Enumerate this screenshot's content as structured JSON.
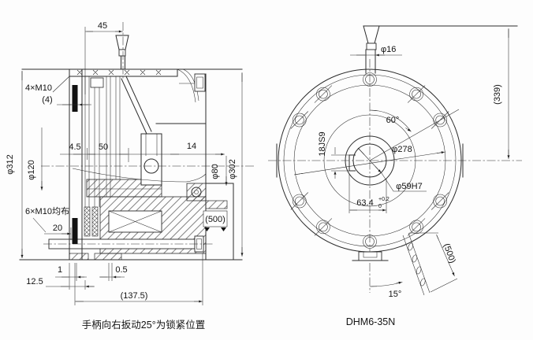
{
  "left_view": {
    "caption": "手柄向右扳动25°为锁紧位置",
    "dims": {
      "d45": "45",
      "m10x4": "4×M10",
      "p4": "(4)",
      "phi312": "φ312",
      "phi120": "φ120",
      "d4_5": "4.5",
      "d50": "50",
      "d14": "14",
      "phi80": "φ80",
      "phi302": "φ302",
      "m10x6": "6×M10均布",
      "d20": "20",
      "p500": "(500)",
      "d1": "1",
      "d0_5": "0.5",
      "d12_5": "12.5",
      "p137_5": "(137.5)"
    }
  },
  "right_view": {
    "caption": "DHM6-35N",
    "dims": {
      "phi16": "φ16",
      "p339": "(339)",
      "a60": "60°",
      "phi278": "φ278",
      "key18": "18JS9",
      "phi59": "φ59H7",
      "d63_4": "63.4",
      "tol_hi": "+0.2",
      "tol_lo": "0",
      "p500": "(500)",
      "a15": "15°"
    }
  }
}
